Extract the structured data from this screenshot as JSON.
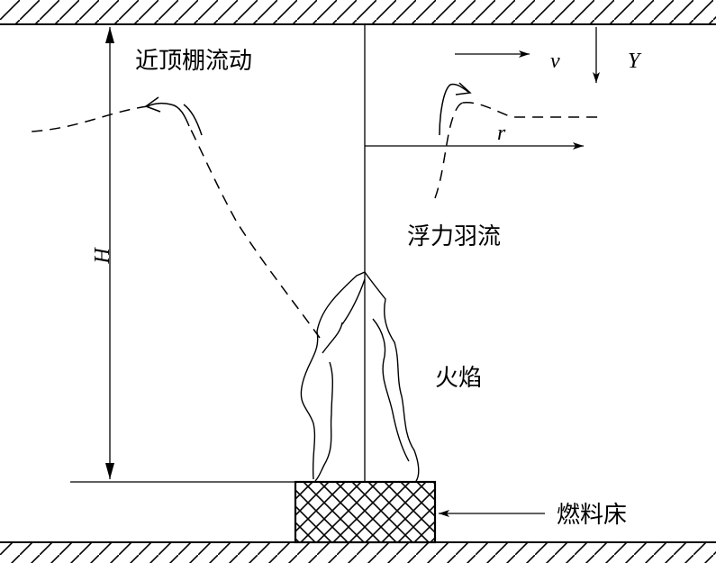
{
  "labels": {
    "ceiling_jet": "近顶棚流动",
    "plume": "浮力羽流",
    "flame": "火焰",
    "fuel_bed": "燃料床",
    "velocity": "v",
    "y_axis": "Y",
    "radius": "r",
    "height": "H"
  },
  "colors": {
    "line": "#000000",
    "background": "#ffffff"
  }
}
